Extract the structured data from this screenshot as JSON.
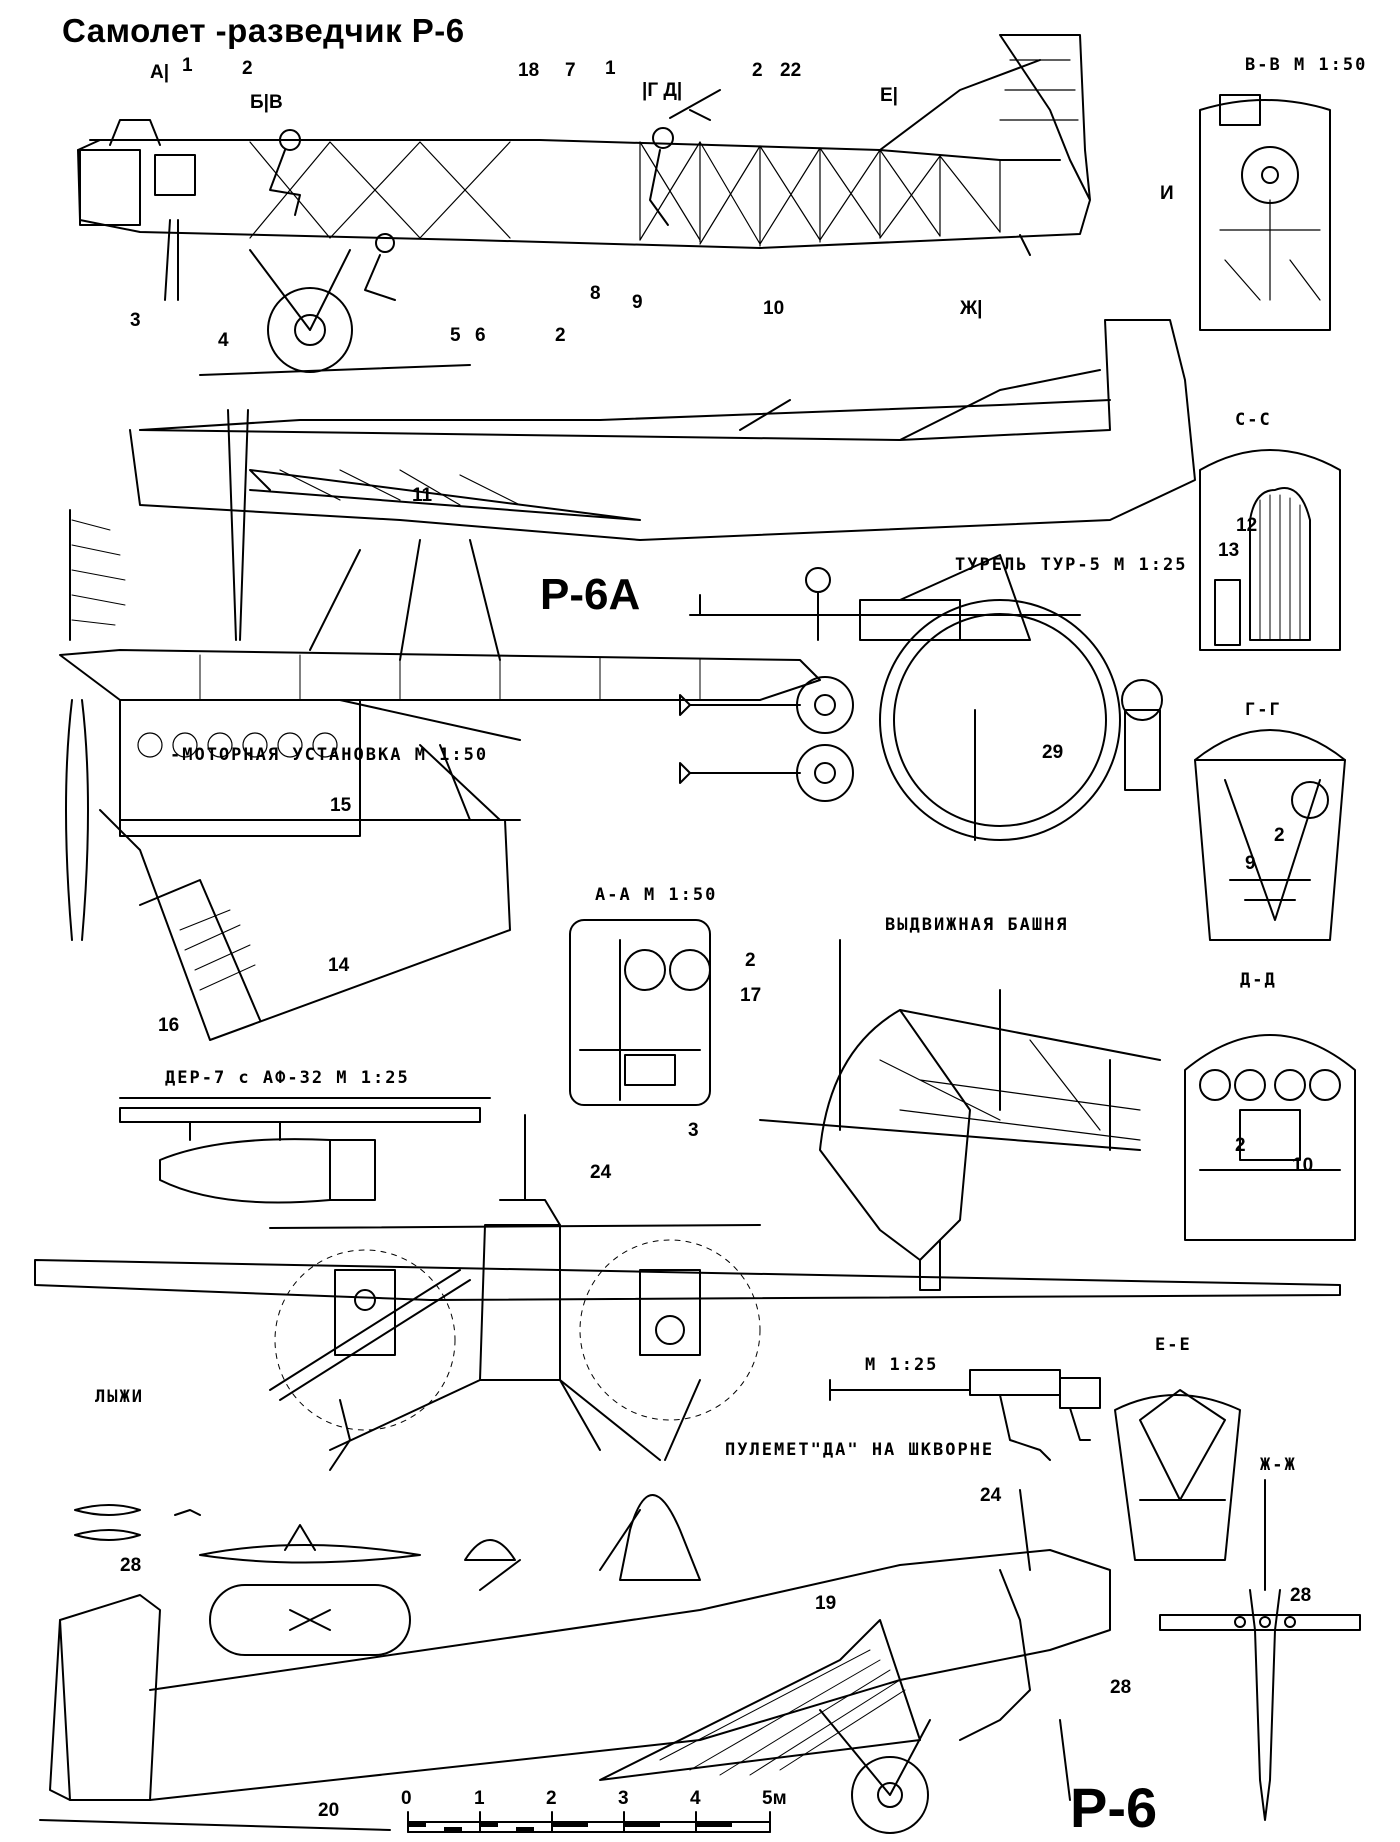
{
  "title": "Самолет -разведчик Р-6",
  "variant_labels": {
    "floatplane": "Р-6А",
    "main": "Р-6"
  },
  "sections": {
    "bb": "В-В  М 1:50",
    "cc": "С-С",
    "gg": "Г-Г",
    "dd": "Д-Д",
    "aa": "А-А  М 1:50",
    "ee": "Е-Е",
    "zz": "Ж-Ж"
  },
  "captions": {
    "turret": "ТУРЕЛЬ ТУР-5  М 1:25",
    "engine": "-МОТОРНАЯ УСТАНОВКА  М 1:50",
    "tower": "ВЫДВИЖНАЯ БАШНЯ",
    "bomb": "ДЕР-7 с АФ-32  М 1:25",
    "skis": "ЛЫЖИ",
    "mg_scale": "М 1:25",
    "mg": "ПУЛЕМЕТ\"ДА\" НА ШКВОРНЕ"
  },
  "station_marks": {
    "a": "А|",
    "bv": "Б|В",
    "gd": "|Г Д|",
    "e": "Е|",
    "i": "И",
    "zh": "Ж|"
  },
  "callouts": {
    "c1": "1",
    "c2": "2",
    "c3": "3",
    "c4": "4",
    "c5": "5",
    "c6": "6",
    "c7": "7",
    "c8": "8",
    "c9": "9",
    "c10": "10",
    "c11": "11",
    "c12": "12",
    "c13": "13",
    "c14": "14",
    "c15": "15",
    "c16": "16",
    "c17": "17",
    "c18": "18",
    "c19": "19",
    "c20": "20",
    "c22": "22",
    "c24": "24",
    "c28": "28",
    "c29": "29"
  },
  "scale_bar": {
    "ticks": [
      "0",
      "1",
      "2",
      "3",
      "4",
      "5м"
    ]
  }
}
